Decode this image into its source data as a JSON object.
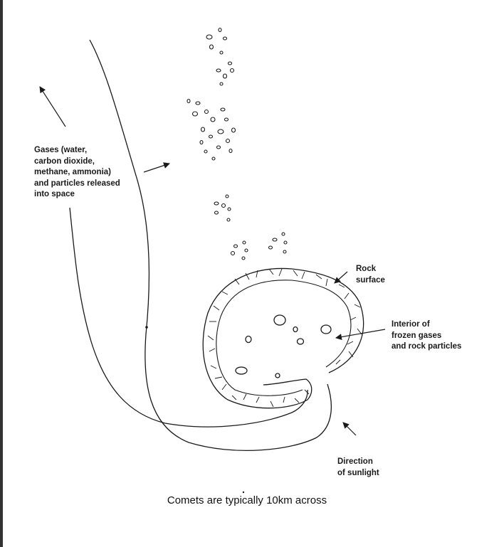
{
  "labels": {
    "gases": "Gases (water,\ncarbon dioxide,\nmethane, ammonia)\nand particles released\ninto space",
    "rock_surface": "Rock\nsurface",
    "interior": "Interior of\nfrozen gases\nand rock particles",
    "sunlight": "Direction\nof sunlight"
  },
  "caption": "Comets are typically 10km across",
  "colors": {
    "ink": "#1a1a1a",
    "border": "#333333",
    "background": "#ffffff"
  }
}
